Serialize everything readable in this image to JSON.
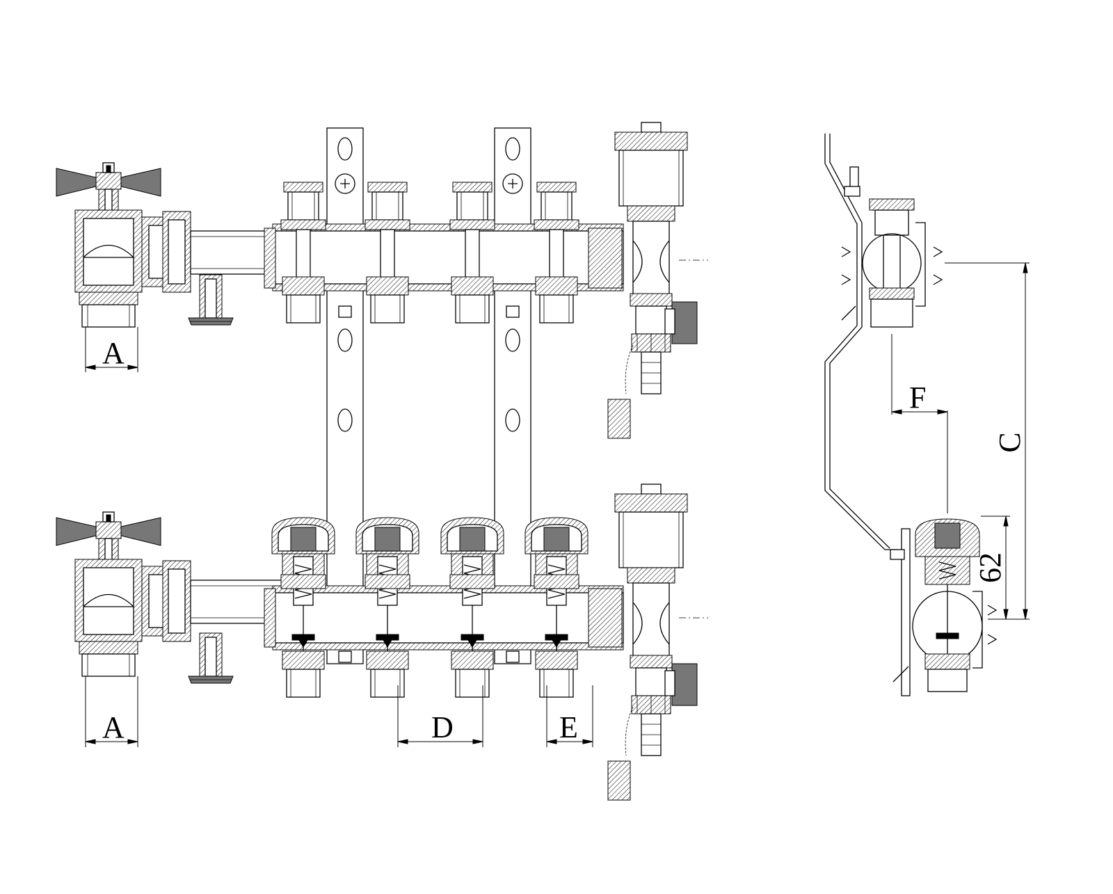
{
  "dimensions": {
    "a_top": "A",
    "a_bottom": "A",
    "d": "D",
    "e": "E",
    "f": "F",
    "c": "C",
    "height_62": "62"
  }
}
